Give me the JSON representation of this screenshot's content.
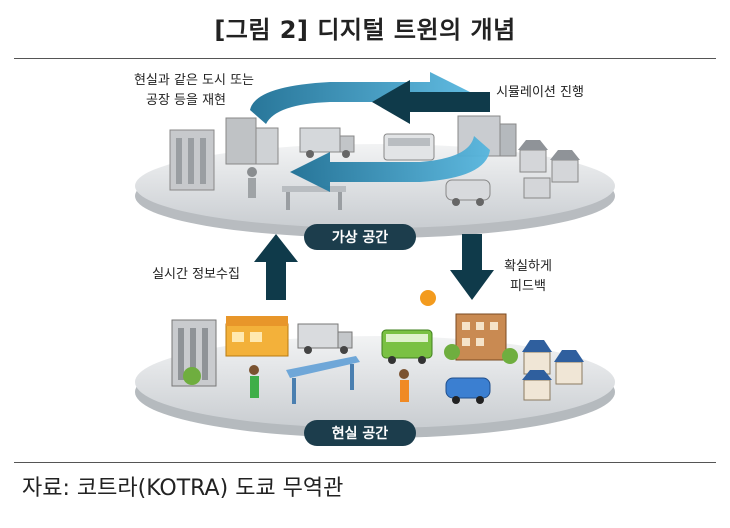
{
  "figure_title": "[그림 2] 디지털 트윈의 개념",
  "source": "자료:  코트라(KOTRA)  도쿄  무역관",
  "virtual_space": {
    "label": "가상 공간",
    "annotation_top_left": [
      "현실과 같은 도시 또는",
      "공장 등을 재현"
    ],
    "annotation_top_right": "시뮬레이션 진행"
  },
  "real_space": {
    "label": "현실 공간"
  },
  "arrows": {
    "up_label": "실시간 정보수집",
    "down_label": [
      "확실하게",
      "피드백"
    ]
  },
  "colors": {
    "arrow_dark": "#0f3a4a",
    "cycle_teal": "#2a8fbf",
    "disc": "#d9dcdf",
    "pill_dark": "#1c3d4c"
  }
}
